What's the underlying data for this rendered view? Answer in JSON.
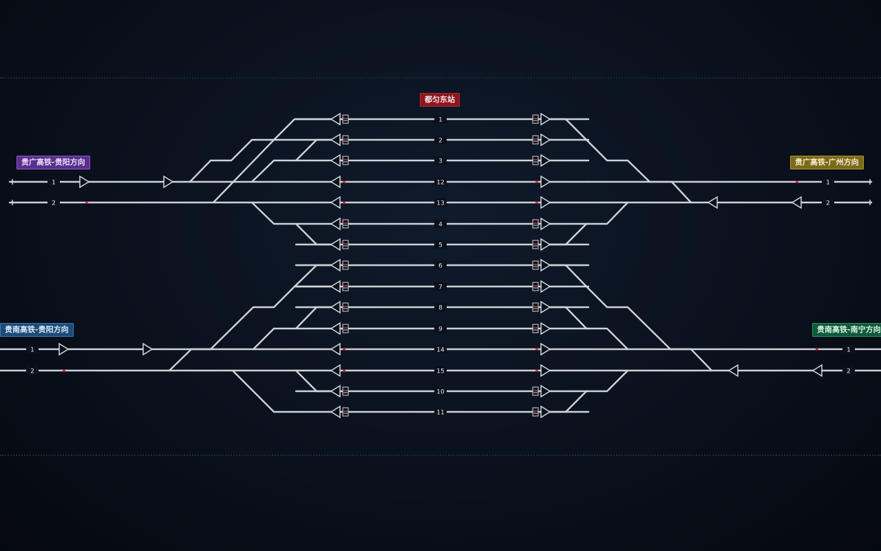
{
  "station": {
    "name": "都匀东站"
  },
  "directions": {
    "gg_guiyang": "贵广高铁-贵阳方向",
    "gg_guangzhou": "贵广高铁-广州方向",
    "gn_guiyang": "贵南高铁-贵阳方向",
    "gn_nanning": "贵南高铁-南宁方向"
  },
  "tracks": [
    {
      "id": "t1",
      "label": "1"
    },
    {
      "id": "t2",
      "label": "2"
    },
    {
      "id": "t3",
      "label": "3"
    },
    {
      "id": "t12",
      "label": "12"
    },
    {
      "id": "t13",
      "label": "13"
    },
    {
      "id": "t4",
      "label": "4"
    },
    {
      "id": "t5",
      "label": "5"
    },
    {
      "id": "t6",
      "label": "6"
    },
    {
      "id": "t7",
      "label": "7"
    },
    {
      "id": "t8",
      "label": "8"
    },
    {
      "id": "t9",
      "label": "9"
    },
    {
      "id": "t14",
      "label": "14"
    },
    {
      "id": "t15",
      "label": "15"
    },
    {
      "id": "t10",
      "label": "10"
    },
    {
      "id": "t11",
      "label": "11"
    }
  ],
  "line_tracks": {
    "gg_left_1": "1",
    "gg_left_2": "2",
    "gg_right_1": "1",
    "gg_right_2": "2",
    "gn_left_1": "1",
    "gn_left_2": "2",
    "gn_right_1": "1",
    "gn_right_2": "2"
  },
  "colors": {
    "track": "#cfd3d8",
    "signal_red": "#d23b32",
    "signal_gray": "#8e959c"
  }
}
